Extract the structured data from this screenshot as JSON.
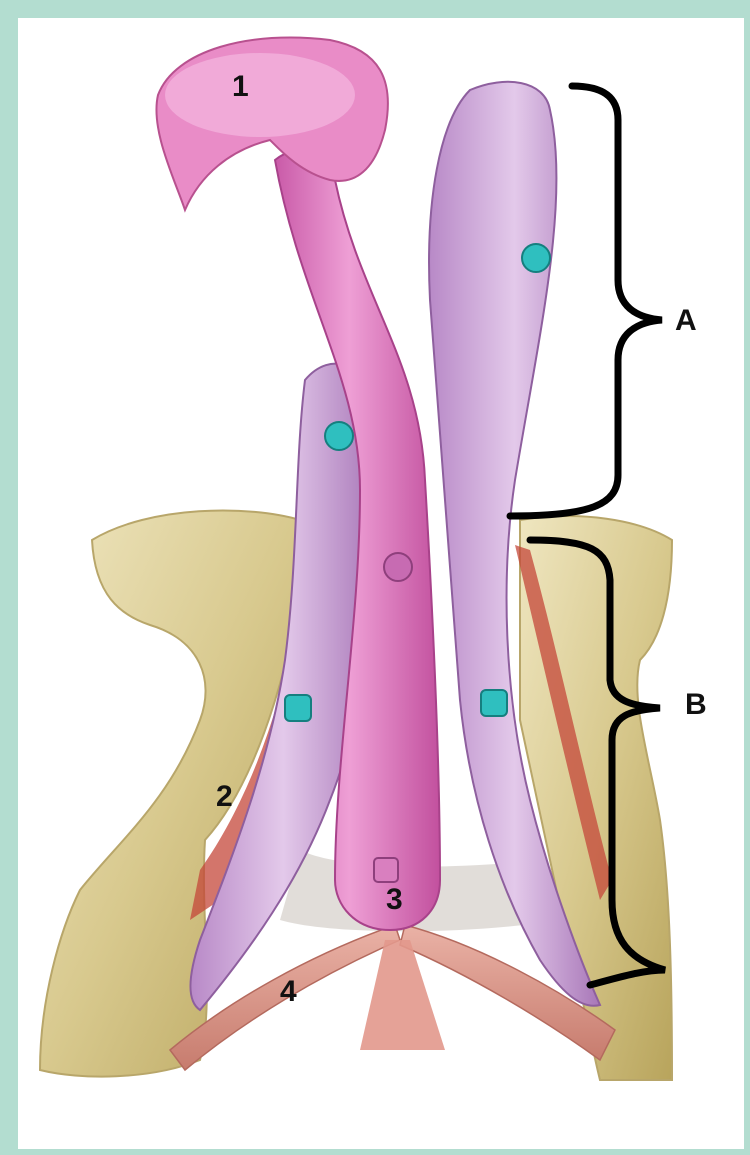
{
  "labels": {
    "n1": "1",
    "n2": "2",
    "n3": "3",
    "n4": "4",
    "a": "A",
    "b": "B"
  },
  "colors": {
    "frame": "#b3ddd0",
    "bone": "#e6d9a8",
    "corpus_cavernosum": "#c79bd0",
    "corpus_spongiosum": "#d973b8",
    "glans": "#e98cc7",
    "muscle": "#d98b7e",
    "marker": "#2fbfbf"
  }
}
